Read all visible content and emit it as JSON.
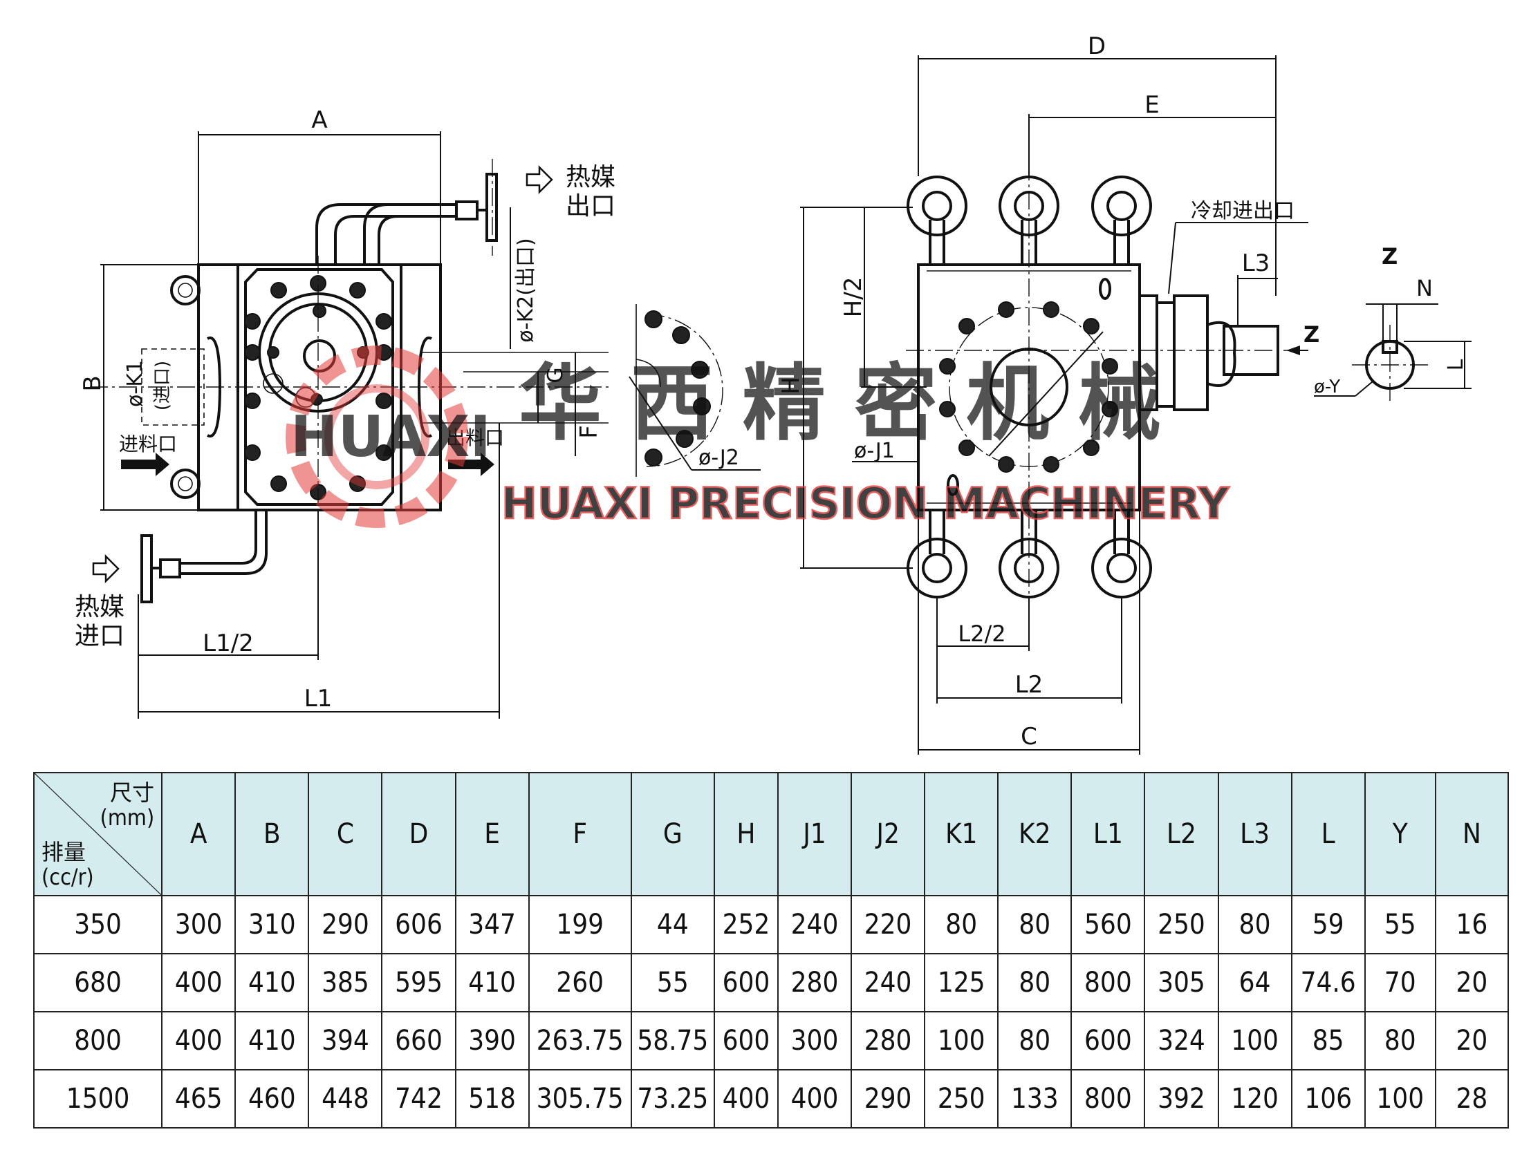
{
  "drawing": {
    "dims": {
      "A": "A",
      "B": "B",
      "C": "C",
      "D": "D",
      "E": "E",
      "F": "F",
      "G": "G",
      "H": "H",
      "H_half": "H/2",
      "L": "L",
      "L1": "L1",
      "L1_half": "L1/2",
      "L2": "L2",
      "L2_half": "L2/2",
      "L3": "L3",
      "N": "N",
      "K1": "ø-K1",
      "K1_note": "(进口)",
      "K2": "ø-K2(出口)",
      "J1": "ø-J1",
      "J2": "ø-J2",
      "Y": "ø-Y",
      "Z1": "Z",
      "Z2": "Z"
    },
    "labels": {
      "heat_out_1": "热媒",
      "heat_out_2": "出口",
      "heat_in_1": "热媒",
      "heat_in_2": "进口",
      "material_in": "进料口",
      "material_out": "出料口",
      "cooling": "冷却进出口"
    },
    "watermark": {
      "brand_short": "HUAXI",
      "cn_name": "华 西 精 密 机 械",
      "en_name": "HUAXI PRECISION MACHINERY",
      "color": "#e23a3a"
    }
  },
  "table": {
    "corner": {
      "top_line1": "尺寸",
      "top_line2": "(mm)",
      "bottom_line1": "排量",
      "bottom_line2": "(cc/r)"
    },
    "header_color": "#d4ecee",
    "headers": [
      "A",
      "B",
      "C",
      "D",
      "E",
      "F",
      "G",
      "H",
      "J1",
      "J2",
      "K1",
      "K2",
      "L1",
      "L2",
      "L3",
      "L",
      "Y",
      "N"
    ],
    "rows": [
      [
        "350",
        "300",
        "310",
        "290",
        "606",
        "347",
        "199",
        "44",
        "252",
        "240",
        "220",
        "80",
        "80",
        "560",
        "250",
        "80",
        "59",
        "55",
        "16"
      ],
      [
        "680",
        "400",
        "410",
        "385",
        "595",
        "410",
        "260",
        "55",
        "600",
        "280",
        "240",
        "125",
        "80",
        "800",
        "305",
        "64",
        "74.6",
        "70",
        "20"
      ],
      [
        "800",
        "400",
        "410",
        "394",
        "660",
        "390",
        "263.75",
        "58.75",
        "600",
        "300",
        "280",
        "100",
        "80",
        "600",
        "324",
        "100",
        "85",
        "80",
        "20"
      ],
      [
        "1500",
        "465",
        "460",
        "448",
        "742",
        "518",
        "305.75",
        "73.25",
        "400",
        "400",
        "290",
        "250",
        "133",
        "800",
        "392",
        "120",
        "106",
        "100",
        "28"
      ]
    ]
  }
}
